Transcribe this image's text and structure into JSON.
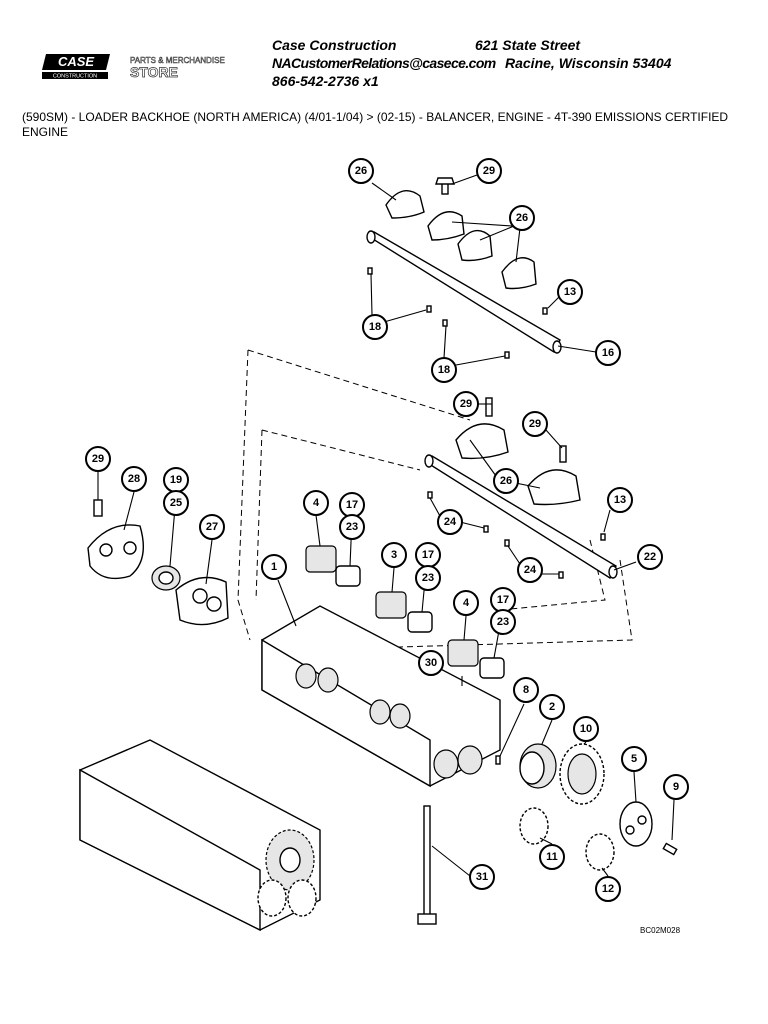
{
  "header": {
    "logo_text": "CASE",
    "logo_sub": "CONSTRUCTION",
    "store_line1": "PARTS & MERCHANDISE",
    "store_line2": "STORE",
    "company_name": "Case Construction",
    "street": "621 State Street",
    "email": "NACustomerRelations@casece.com",
    "city": "Racine, Wisconsin 53404",
    "phone": "866-542-2736 x1"
  },
  "breadcrumb": "(590SM) - LOADER BACKHOE (NORTH AMERICA) (4/01-1/04) > (02-15) - BALANCER, ENGINE - 4T-390 EMISSIONS CERTIFIED ENGINE",
  "diagram": {
    "drawing_code": "BC02M028",
    "callouts": [
      "26",
      "29",
      "26",
      "13",
      "18",
      "18",
      "16",
      "29",
      "29",
      "26",
      "13",
      "22",
      "24",
      "24",
      "29",
      "28",
      "19",
      "25",
      "27",
      "4",
      "17",
      "23",
      "3",
      "17",
      "23",
      "4",
      "17",
      "23",
      "1",
      "30",
      "8",
      "2",
      "10",
      "5",
      "9",
      "11",
      "12",
      "31"
    ]
  }
}
